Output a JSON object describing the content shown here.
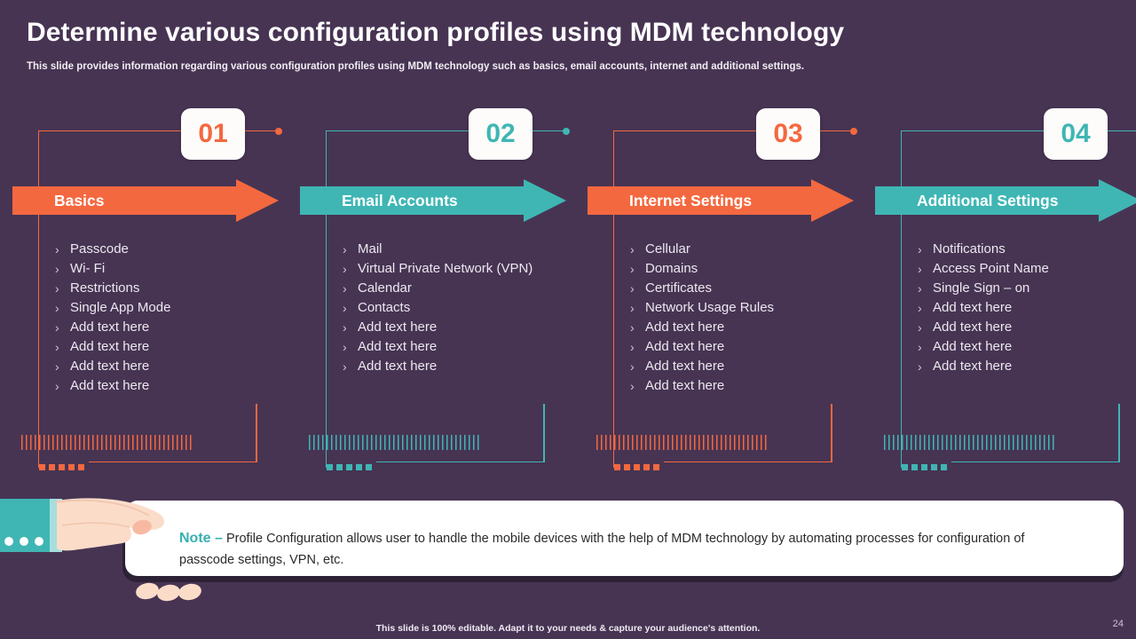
{
  "header": {
    "title": "Determine various configuration profiles using MDM technology",
    "subtitle": "This slide provides information regarding various configuration profiles using MDM technology such as basics, email accounts, internet and additional settings."
  },
  "colors": {
    "background": "#473453",
    "orange": "#f4683f",
    "teal": "#3fb6b4",
    "badge_bg": "#fdfcfb",
    "text": "#ece8ef",
    "note_accent": "#36b1ae"
  },
  "columns": [
    {
      "number": "01",
      "heading": "Basics",
      "accent": "#f4683f",
      "items": [
        "Passcode",
        "Wi- Fi",
        "Restrictions",
        "Single App Mode",
        "Add text here",
        "Add text here",
        "Add text here",
        "Add text here"
      ]
    },
    {
      "number": "02",
      "heading": "Email Accounts",
      "accent": "#3fb6b4",
      "items": [
        "Mail",
        "Virtual Private Network (VPN)",
        "Calendar",
        "Contacts",
        "Add text here",
        "Add text here",
        "Add text here"
      ]
    },
    {
      "number": "03",
      "heading": "Internet Settings",
      "accent": "#f4683f",
      "items": [
        "Cellular",
        "Domains",
        "Certificates",
        "Network Usage Rules",
        "Add text here",
        "Add text here",
        "Add text here",
        "Add text here"
      ]
    },
    {
      "number": "04",
      "heading": "Additional Settings",
      "accent": "#3fb6b4",
      "items": [
        "Notifications",
        "Access Point Name",
        "Single Sign – on",
        "Add text here",
        "Add text here",
        "Add text here",
        "Add text here"
      ]
    }
  ],
  "note": {
    "keyword": "Note –",
    "body": "Profile Configuration allows user to handle the mobile devices with the help of MDM technology by automating processes for configuration of passcode settings, VPN, etc."
  },
  "footer": {
    "text": "This slide is 100% editable. Adapt it to your needs & capture your audience's attention.",
    "page_number": "24"
  },
  "bullet_glyph": "›"
}
